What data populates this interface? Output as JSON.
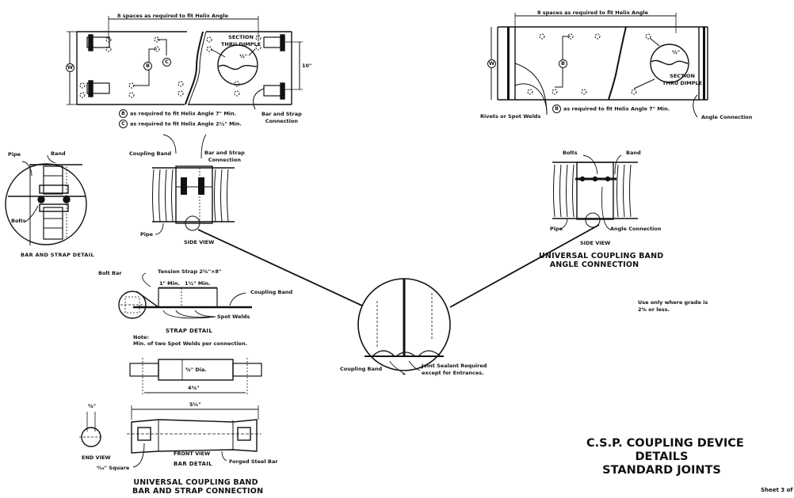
{
  "sheet": {
    "title_lines": [
      "C.S.P. COUPLING DEVICE",
      "DETAILS",
      "STANDARD JOINTS"
    ],
    "sheet_number": "Sheet 3 of",
    "grade_note": [
      "Use only where grade is",
      "2% or less."
    ]
  },
  "bar_strap_layout": {
    "spacing_label": "8 spaces as required to fit Helix Angle",
    "width_symbol": "W",
    "b_symbol": "B",
    "c_symbol": "C",
    "section_label": [
      "SECTION",
      "THRU DIMPLE"
    ],
    "dimple_dim": "½\"",
    "dim_10": "10\"",
    "bar_strap_conn": [
      "Bar and Strap",
      "Connection"
    ],
    "note_b": "as required to fit Helix Angle 7\" Min.",
    "note_c": "as required to fit Helix Angle 2½\" Min."
  },
  "angle_layout": {
    "spacing_label": "8 spaces as required to fit Helix Angle",
    "width_symbol": "W",
    "b_symbol": "B",
    "dimple_dim": "½\"",
    "section_label": [
      "SECTION",
      "THRU DIMPLE"
    ],
    "rivets": "Rivets or Spot Welds",
    "note_b": "as required to fit Helix Angle 7\" Min.",
    "angle_conn": "Angle Connection"
  },
  "bar_strap_detail": {
    "pipe": "Pipe",
    "band": "Band",
    "bolts": "Bolts",
    "caption": "BAR AND STRAP DETAIL"
  },
  "side_view_bar": {
    "coupling_band": "Coupling Band",
    "bar_strap_conn": [
      "Bar and Strap",
      "Connection"
    ],
    "pipe": "Pipe",
    "caption": "SIDE VIEW"
  },
  "side_view_angle": {
    "bolts": "Bolts",
    "band": "Band",
    "pipe": "Pipe",
    "angle_conn": "Angle Connection",
    "caption": "SIDE VIEW",
    "title": [
      "UNIVERSAL COUPLING BAND",
      "ANGLE CONNECTION"
    ]
  },
  "strap_detail": {
    "bolt_bar": "Bolt Bar",
    "tension_strap": "Tension Strap 2¾\"×8\"",
    "dim_1": "1\" Min.",
    "dim_2": "1½\" Min.",
    "coupling_band": "Coupling Band",
    "spot_welds": "Spot Welds",
    "caption": "STRAP DETAIL",
    "note_label": "Note:",
    "note_text": "Min. of two Spot Welds per connection."
  },
  "joint_detail": {
    "coupling_band": "Coupling Band",
    "sealant": [
      "Joint Sealant Required",
      "except for Entrances."
    ]
  },
  "bar_detail": {
    "dia": "⅝\" Dia.",
    "dim_4": "4⅜\"",
    "dim_5": "5¼\"",
    "end_dim": "⅝\"",
    "end_view": "END VIEW",
    "square": "⁹⁄₁₆\" Square",
    "front_view": "FRONT VIEW",
    "caption": "BAR DETAIL",
    "forged": "Forged Steel Bar",
    "title": [
      "UNIVERSAL COUPLING BAND",
      "BAR AND STRAP CONNECTION"
    ]
  }
}
